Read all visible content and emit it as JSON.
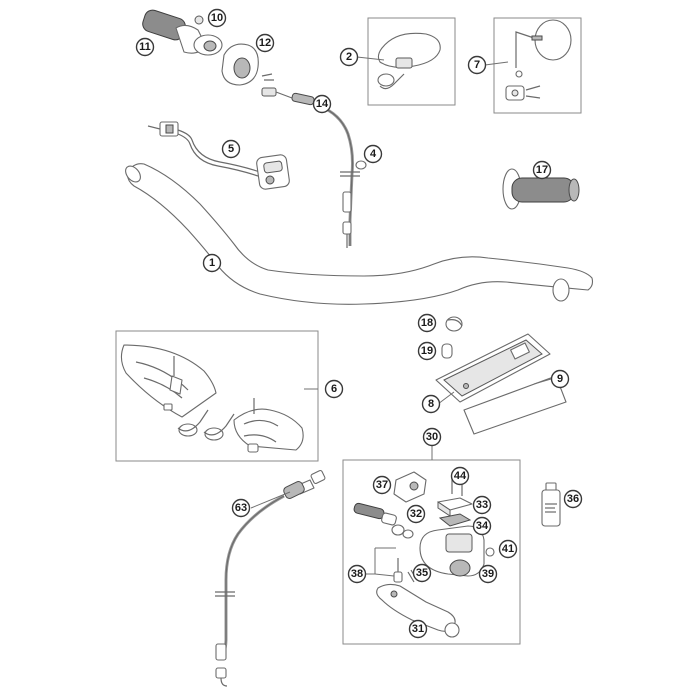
{
  "callouts": {
    "c1": "1",
    "c2": "2",
    "c4": "4",
    "c5": "5",
    "c6": "6",
    "c7": "7",
    "c8": "8",
    "c9": "9",
    "c10": "10",
    "c11": "11",
    "c12": "12",
    "c14": "14",
    "c17": "17",
    "c18": "18",
    "c19": "19",
    "c30": "30",
    "c31": "31",
    "c32": "32",
    "c33": "33",
    "c34": "34",
    "c35": "35",
    "c36": "36",
    "c37": "37",
    "c38": "38",
    "c39": "39",
    "c41": "41",
    "c44": "44",
    "c63": "63"
  },
  "colors": {
    "line": "#6b6b6b",
    "callout_border": "#3a3a3a",
    "background": "#ffffff"
  }
}
